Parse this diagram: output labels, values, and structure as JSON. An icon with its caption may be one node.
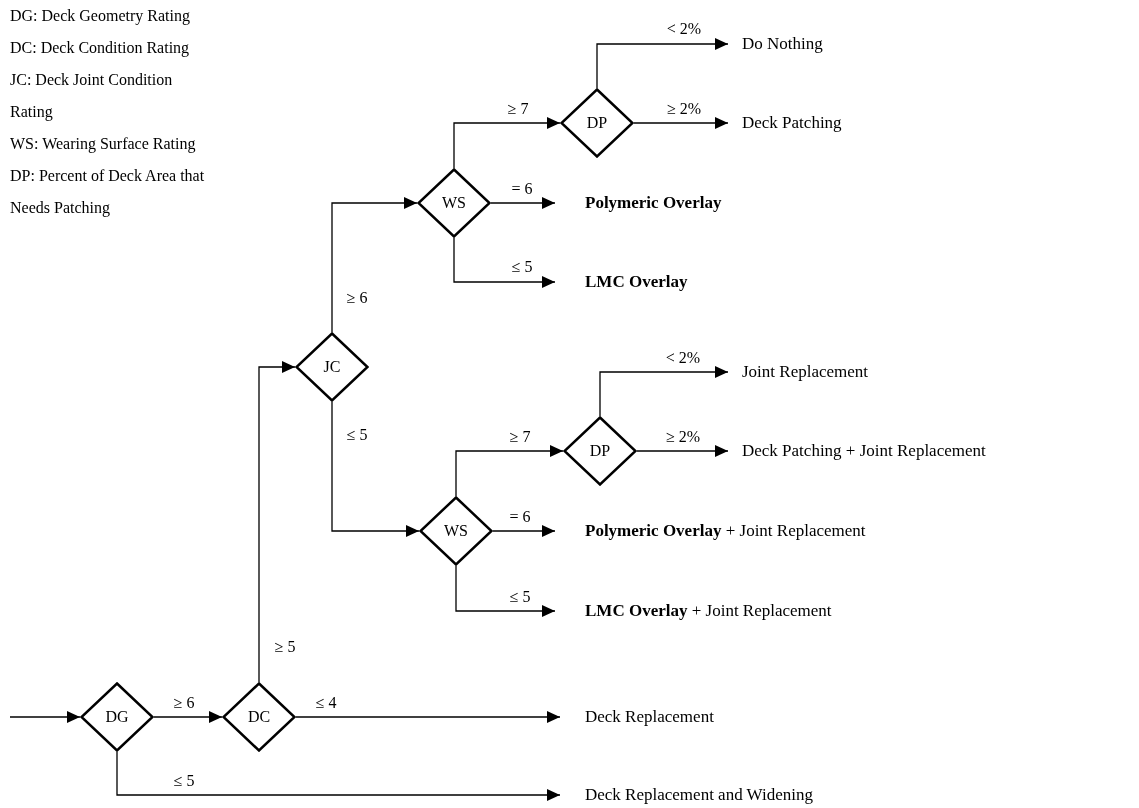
{
  "diagram": {
    "nodes": [
      {
        "text": [
          "DG"
        ]
      },
      {
        "text": [
          "DC"
        ]
      },
      {
        "text": [
          "JC"
        ]
      },
      {
        "text": [
          "WS"
        ]
      },
      {
        "text": [
          "DP"
        ]
      },
      {
        "text": [
          "WS"
        ]
      },
      {
        "text": [
          "DP"
        ]
      },
      {
        "text": [
          "Do Nothing"
        ]
      },
      {
        "text": [
          "Deck Patching"
        ]
      },
      {
        "text": [
          "Polymeric Overlay"
        ]
      },
      {
        "text": [
          "LMC Overlay"
        ]
      },
      {
        "text": [
          "Joint Replacement"
        ]
      },
      {
        "text": [
          "Deck Patching + Joint Replacement"
        ]
      },
      {
        "text": [
          "**Polymeric Overlay** + Joint Replacement"
        ]
      },
      {
        "text": [
          "**LMC Overlay** + Joint Replacement"
        ]
      },
      {
        "text": [
          "Deck Replacement"
        ]
      },
      {
        "text": [
          "Deck Replacement and Widening"
        ]
      }
    ],
    "edges": [
      {
        "from": null,
        "to": 0,
        "arrow": "to"
      },
      {
        "from": 0,
        "to": 1,
        "arrow": "to",
        "label": "≥ 6"
      },
      {
        "from": 0,
        "to": 16,
        "arrow": "to",
        "label": "≤ 5"
      },
      {
        "from": 1,
        "to": 2,
        "arrow": "to",
        "label": "≥ 5"
      },
      {
        "from": 1,
        "to": 15,
        "arrow": "to",
        "label": "≤ 4"
      },
      {
        "from": 2,
        "to": 3,
        "arrow": "to",
        "label": "≥ 6"
      },
      {
        "from": 2,
        "to": 5,
        "arrow": "to",
        "label": "≤ 5"
      },
      {
        "from": 3,
        "to": 4,
        "arrow": "to",
        "label": "≥ 7"
      },
      {
        "from": 3,
        "to": 9,
        "arrow": "to",
        "label": "= 6"
      },
      {
        "from": 3,
        "to": 10,
        "arrow": "to",
        "label": "≤ 5"
      },
      {
        "from": 4,
        "to": 7,
        "arrow": "to",
        "label": "< 2%"
      },
      {
        "from": 4,
        "to": 8,
        "arrow": "to",
        "label": "≥ 2%"
      },
      {
        "from": 5,
        "to": 6,
        "arrow": "to",
        "label": "≥ 7"
      },
      {
        "from": 5,
        "to": 13,
        "arrow": "to",
        "label": "= 6"
      },
      {
        "from": 5,
        "to": 14,
        "arrow": "to",
        "label": "≤ 5"
      },
      {
        "from": 6,
        "to": 11,
        "arrow": "to",
        "label": "< 2%"
      },
      {
        "from": 6,
        "to": 12,
        "arrow": "to",
        "label": "≥ 2%"
      }
    ],
    "labels": [
      "DG: Deck Geometry Rating",
      "DC: Deck Condition Rating",
      "JC:  Deck Joint Condition Rating",
      "WS: Wearing Surface Rating",
      "DP: Percent of Deck Area that Needs Patching"
    ]
  }
}
